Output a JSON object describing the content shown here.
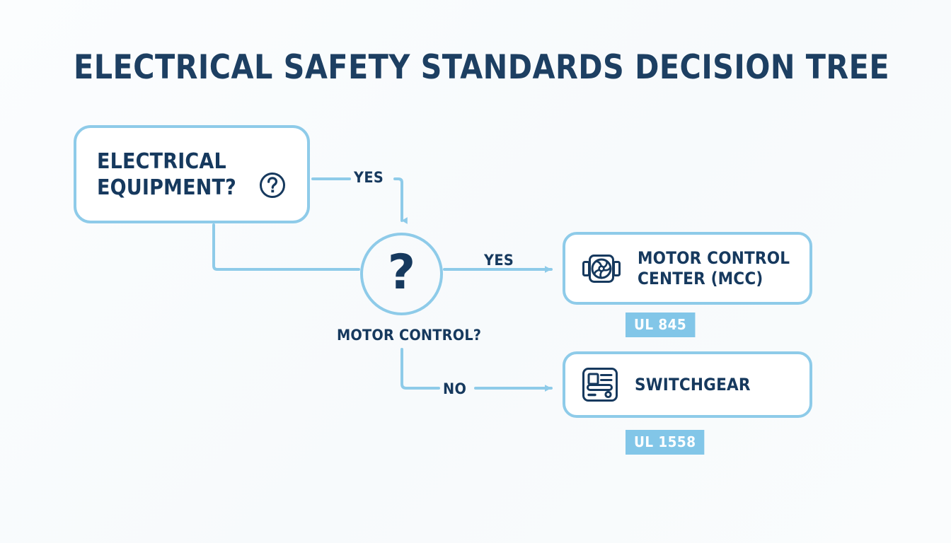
{
  "page": {
    "title": "ELECTRICAL SAFETY STANDARDS DECISION TREE",
    "background_color": "#fafcfd",
    "accent_color": "#8ecbe9",
    "text_color": "#16395e",
    "badge_color": "#82c6e8"
  },
  "nodes": {
    "question": {
      "label": "ELECTRICAL\nEQUIPMENT?",
      "icon": "question-circle-icon"
    },
    "decision": {
      "symbol": "?",
      "label": "MOTOR CONTROL?"
    },
    "results": [
      {
        "id": "mcc",
        "label": "MOTOR CONTROL\nCENTER (MCC)",
        "icon": "motor-icon",
        "badge": "UL 845"
      },
      {
        "id": "switchgear",
        "label": "SWITCHGEAR",
        "icon": "switchgear-panel-icon",
        "badge": "UL 1558"
      }
    ]
  },
  "edges": {
    "question_to_decision_top": "YES",
    "decision_to_mcc": "YES",
    "decision_to_switchgear": "NO"
  }
}
